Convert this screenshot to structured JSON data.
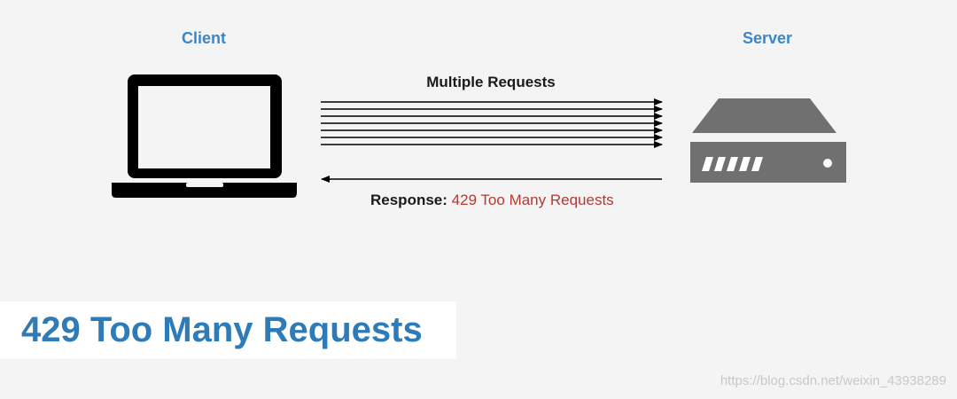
{
  "client": {
    "label": "Client"
  },
  "server": {
    "label": "Server"
  },
  "requests": {
    "label": "Multiple Requests",
    "arrow_count": 7
  },
  "response": {
    "prefix": "Response:",
    "status": "429 Too Many Requests"
  },
  "title": "429 Too Many Requests",
  "watermark": "https://blog.csdn.net/weixin_43938289",
  "colors": {
    "background": "#f4f4f4",
    "label_blue": "#3a86c8",
    "title_blue": "#2e7bb8",
    "error_red": "#b23a36",
    "device_black": "#000000",
    "server_gray": "#707070"
  },
  "icons": {
    "client": "laptop-icon",
    "server": "server-icon"
  }
}
